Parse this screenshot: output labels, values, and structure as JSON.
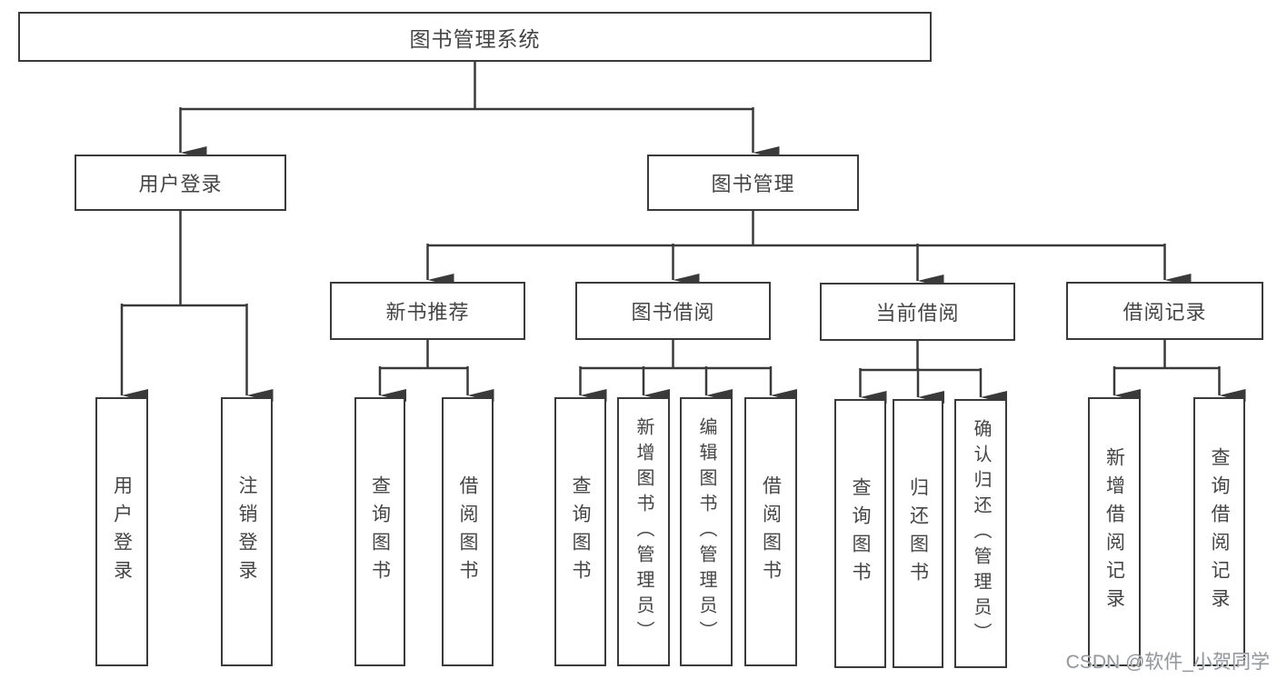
{
  "diagram": {
    "title": "图书管理系统",
    "nodes": {
      "root": {
        "label": "图书管理系统"
      },
      "level2": [
        {
          "label": "用户登录"
        },
        {
          "label": "图书管理"
        }
      ],
      "level3": [
        {
          "label": "新书推荐"
        },
        {
          "label": "图书借阅"
        },
        {
          "label": "当前借阅"
        },
        {
          "label": "借阅记录"
        }
      ],
      "leaves": {
        "user_login": [
          {
            "label": "用户登录"
          },
          {
            "label": "注销登录"
          }
        ],
        "new_book": [
          {
            "label": "查询图书"
          },
          {
            "label": "借阅图书"
          }
        ],
        "book_borrow": [
          {
            "label": "查询图书"
          },
          {
            "label": "新增图书（管理员）"
          },
          {
            "label": "编辑图书（管理员）"
          },
          {
            "label": "借阅图书"
          }
        ],
        "current_borrow": [
          {
            "label": "查询图书"
          },
          {
            "label": "归还图书"
          },
          {
            "label": "确认归还（管理员）"
          }
        ],
        "borrow_record": [
          {
            "label": "新增借阅记录"
          },
          {
            "label": "查询借阅记录"
          }
        ]
      }
    },
    "colors": {
      "line": "#3a3a3a",
      "box_border": "#3a3a3a",
      "text": "#454545",
      "background": "#ffffff",
      "watermark": "#979797"
    }
  },
  "watermark": {
    "text": "CSDN @软件_小贺同学"
  }
}
